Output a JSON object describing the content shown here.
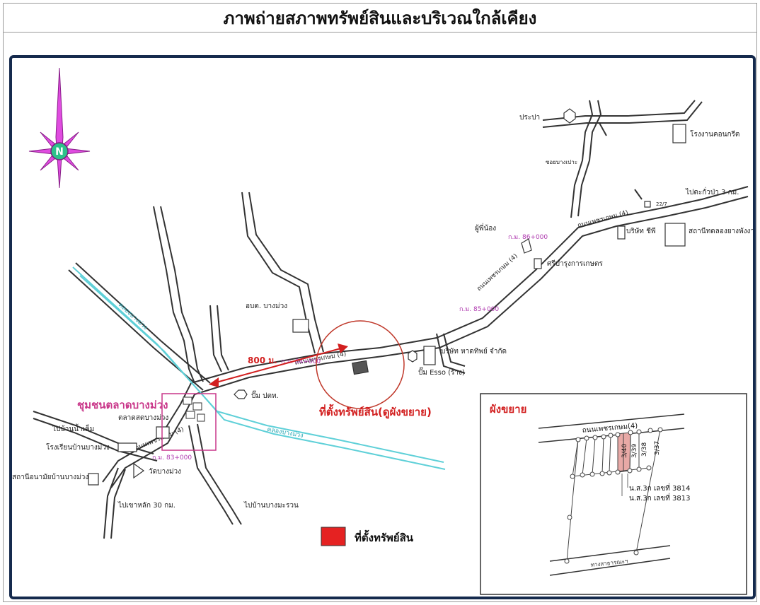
{
  "header": {
    "title": "ภาพถ่ายสภาพทรัพย์สินและบริเวณใกล้เคียง"
  },
  "compass": {
    "letter": "N"
  },
  "colors": {
    "frame": "#152a4d",
    "road": "#333333",
    "canal": "#5fd0d8",
    "highlight": "#c9378a",
    "red": "#d21f1f",
    "km": "#b03bb0",
    "property": "#e52222"
  },
  "labels": {
    "prachapa": "ประปา",
    "concrete_plant": "โรงงานคอนกรีต",
    "soi_bangpao": "ซอยบางเปาะ",
    "to_takuapa": "ไปตะกั่วป่า 3 กม.",
    "company_shp": "บริษัท ชีพี",
    "station": "สถานีทดลองยางพังงา",
    "pupienong": "ผู้พี่น้อง",
    "km86": "ก.ม. 86+000",
    "sriburung": "ศรีบำรุงการเกษตร",
    "road_name_1": "ถนนเพชรเกษม (4)",
    "road_name_2": "ถนนเพชรเกษม (4)",
    "road_name_3": "ถนนเพชรเกษม (4)",
    "road_name_4": "ถนนเพชรเกษม (4)",
    "km85": "ก.ม. 85+000",
    "obt": "อบต. บางม่วง",
    "distance": "800 ม.",
    "km84": "ก.ม. 84+000",
    "pt_company": "บริษัท หาดทิพย์ จำกัด",
    "esso": "ปั๊ม Esso (ร้าง)",
    "ptt": "ปั๊ม ปตท.",
    "property_loc": "ที่ตั้งทรัพย์สิน(ดูผังขยาย)",
    "community": "ชุมชนตลาดบางม่วง",
    "market": "ตลาดสดบางม่วง",
    "to_namkhem": "ไปบ้านน้ำเค็ม",
    "school": "โรงเรียนบ้านบางม่วง",
    "km83": "ก.ม. 83+000",
    "health": "สถานีอนามัยบ้านบางม่วง",
    "temple": "วัดบางม่วง",
    "to_khaolak": "ไปเขาหลัก 30 กม.",
    "to_bangmaprao": "ไปบ้านบางมะรวน",
    "canal_1": "คลองบางม่วง",
    "canal_2": "คลองบางม่วง",
    "legend_property": "ที่ตั้งทรัพย์สิน",
    "dot_code": "22/7"
  },
  "inset": {
    "title": "ผังขยาย",
    "road": "ถนนเพชรเกษม(4)",
    "plot_340": "3/40",
    "plot_339": "3/39",
    "plot_338": "3/38",
    "plot_337": "3/37",
    "deed_1": "น.ส.3ก เลขที่ 3814",
    "deed_2": "น.ส.3ก เลขที่ 3813",
    "bottom_road": "ทางสาธารณะฯ"
  }
}
